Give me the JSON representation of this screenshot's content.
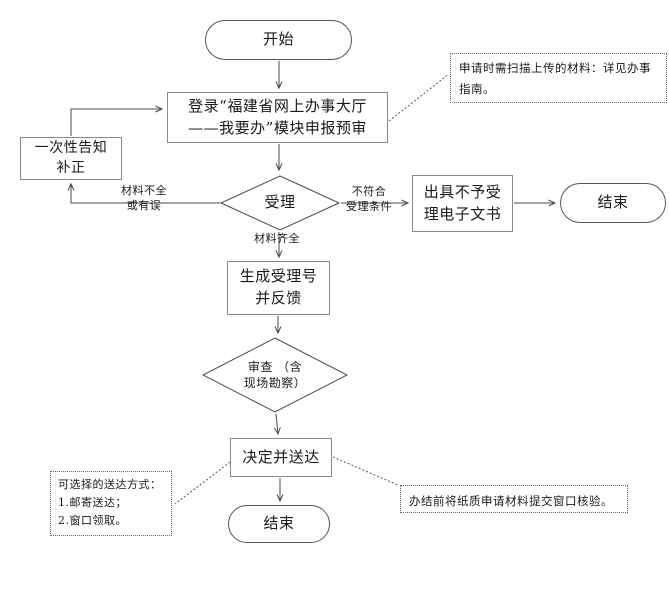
{
  "diagram": {
    "nodes": {
      "start": {
        "label": "开始",
        "shape": "terminator"
      },
      "login": {
        "label": "登录“福建省网上办事大厅\n——我要办”模块申报预审",
        "shape": "process"
      },
      "correction": {
        "label": "一次性告知\n补正",
        "shape": "process"
      },
      "accept": {
        "label": "受理",
        "shape": "decision"
      },
      "reject_doc": {
        "label": "出具不予受\n理电子文书",
        "shape": "process"
      },
      "end_right": {
        "label": "结束",
        "shape": "terminator"
      },
      "generate": {
        "label": "生成受理号\n并反馈",
        "shape": "process"
      },
      "review": {
        "label": "审查 （含\n现场勘察）",
        "shape": "decision"
      },
      "decide": {
        "label": "决定并送达",
        "shape": "process"
      },
      "end_bottom": {
        "label": "结束",
        "shape": "terminator"
      }
    },
    "edge_labels": {
      "incomplete": "材料不全\n或有误",
      "not_qualified": "不符合\n受理条件",
      "complete": "材料齐全"
    },
    "notes": {
      "upload": "申请时需扫描上传的材料：详见办事指南。",
      "delivery": "可选择的送达方式：\n1.邮寄送达；\n2.窗口领取。",
      "paper_check": "办结前将纸质申请材料提交窗口核验。"
    },
    "colors": {
      "background": "#ffffff",
      "line": "#4a4a4a",
      "process_border": "#8a8a8a",
      "terminator_border": "#565656",
      "note_border": "#666666",
      "text": "#1a1a1a"
    }
  }
}
